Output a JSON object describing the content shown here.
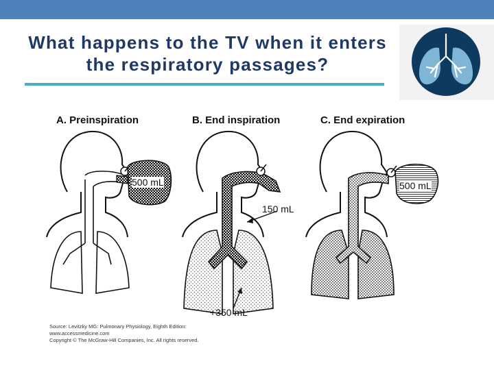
{
  "slide": {
    "title": "What happens to the TV when it enters the respiratory passages?",
    "bar_color": "#4f81bd",
    "rule_color": "#4bacc6",
    "title_color": "#1f3864"
  },
  "logo": {
    "icon": "lungs-logo-icon"
  },
  "panels": [
    {
      "label": "A. Preinspiration",
      "volume_label": "500 mL"
    },
    {
      "label": "B. End inspiration",
      "dead_space_label": "150 mL",
      "alveolar_label": "+350 mL"
    },
    {
      "label": "C. End expiration",
      "volume_label": "500 mL"
    }
  ],
  "source": {
    "line1": "Source: Levitzky MG: Pulmonary Physiology, Eighth Edition:",
    "line2": "www.accessmedicine.com",
    "line3": "Copyright © The McGraw-Hill Companies, Inc. All rights reserved."
  }
}
